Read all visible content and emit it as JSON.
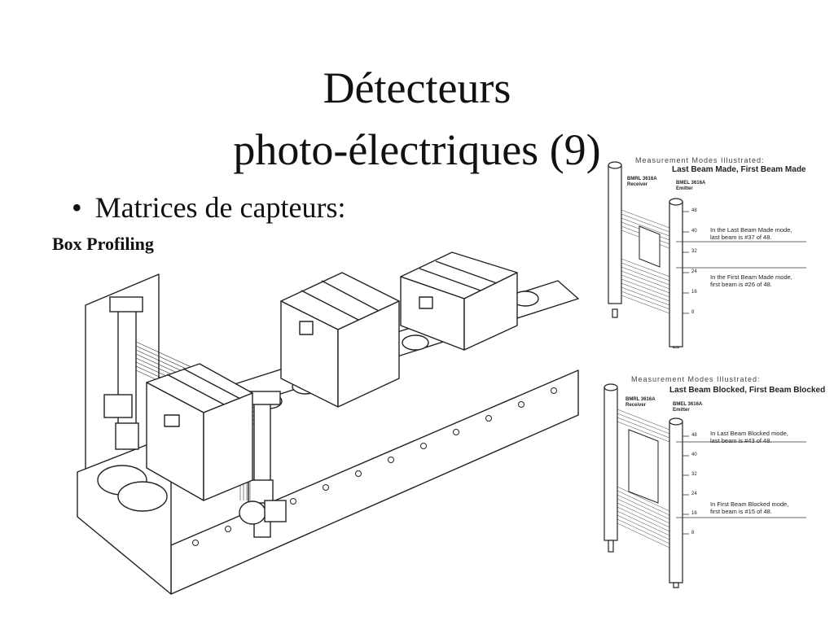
{
  "slide": {
    "title_line1": "Détecteurs",
    "title_line2": "photo-électriques (9)",
    "bullet_char": "•",
    "bullet_text": "Matrices de capteurs:",
    "illustration_caption": "Box Profiling"
  },
  "panel_top": {
    "header": "Measurement Modes Illustrated:",
    "mode_title": "Last Beam Made, First Beam Made",
    "receiver_model": "BMRL 3616A",
    "receiver_role": "Receiver",
    "emitter_model": "BMEL 3616A",
    "emitter_role": "Emitter",
    "ticks": [
      "48",
      "40",
      "32",
      "24",
      "16",
      "8"
    ],
    "note_1_line1": "In the Last Beam Made mode,",
    "note_1_line2": "last beam is #37 of 48.",
    "note_2_line1": "In the First Beam Made mode,",
    "note_2_line2": "first beam is #26 of 48."
  },
  "panel_bottom": {
    "header": "Measurement Modes Illustrated:",
    "mode_title": "Last Beam Blocked, First Beam Blocked",
    "receiver_model": "BMRL 3616A",
    "receiver_role": "Receiver",
    "emitter_model": "BMEL 3616A",
    "emitter_role": "Emitter",
    "ticks": [
      "48",
      "40",
      "32",
      "24",
      "16",
      "8"
    ],
    "note_1_line1": "In Last Beam Blocked mode,",
    "note_1_line2": "last beam is #43 of 48.",
    "note_2_line1": "In First Beam Blocked mode,",
    "note_2_line2": "first beam is #15 of 48."
  }
}
